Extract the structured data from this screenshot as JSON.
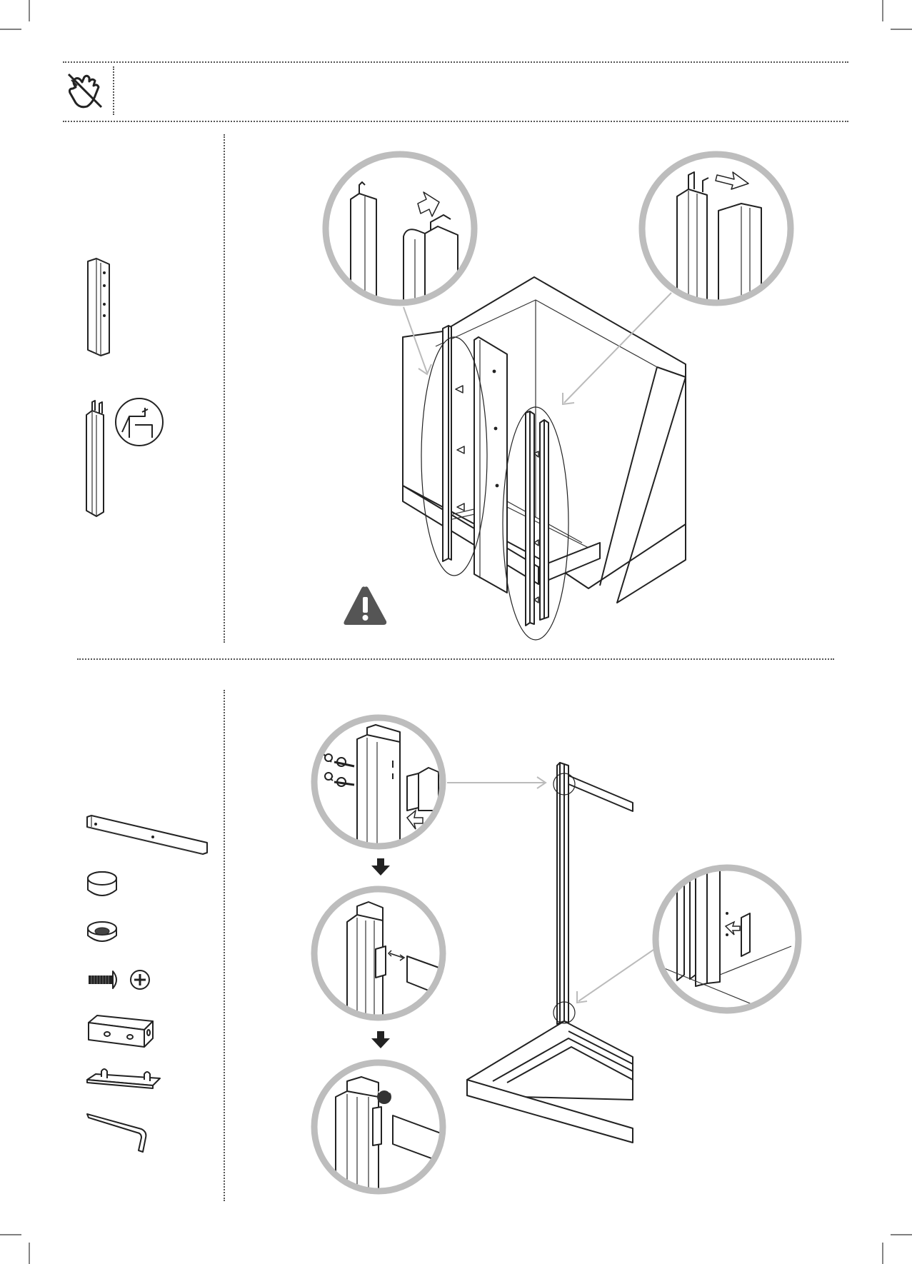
{
  "page": {
    "header_icon": "no-bare-hands-icon",
    "warning_icon": "warning-triangle-icon",
    "step_arrow_icon": "arrow-down-icon"
  },
  "colors": {
    "line": "#222222",
    "callout_circle": "#bdbdbd",
    "warning": "#555555"
  },
  "section1": {
    "parts": [
      "wall-profile-part",
      "magnetic-profile-part"
    ],
    "callouts": [
      "callout-profile-slide-left",
      "callout-profile-slide-right"
    ]
  },
  "section2": {
    "parts": [
      "support-bar-part",
      "cap-part",
      "ring-cap-part",
      "screw-part",
      "bracket-block-part",
      "mounting-plate-part",
      "allen-key-part"
    ],
    "callouts": [
      "callout-bolt-bracket",
      "callout-slide-bracket",
      "callout-tighten-screw",
      "callout-bottom-clip"
    ]
  }
}
